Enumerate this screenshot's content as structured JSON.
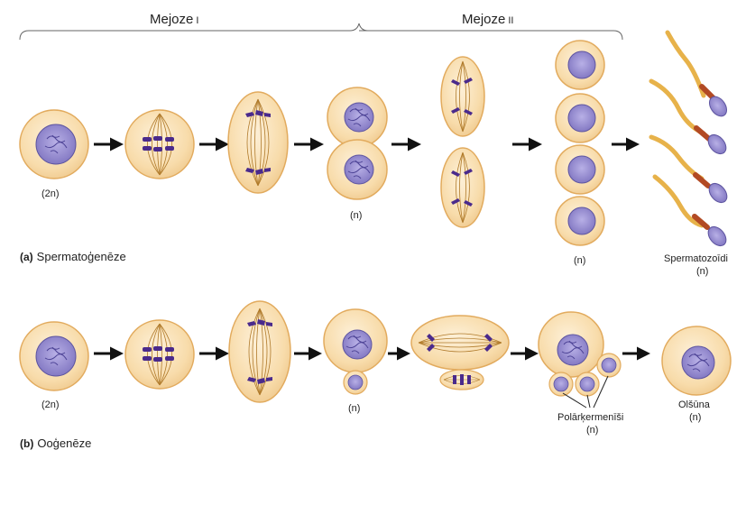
{
  "headers": {
    "meiosis1_main": "Mejoze",
    "meiosis1_roman": "I",
    "meiosis2_main": "Mejoze",
    "meiosis2_roman": "II"
  },
  "row_a": {
    "letter": "(a)",
    "title": "Spermatoģenēze",
    "label_2n": "(2n)",
    "label_n_after_m1": "(n)",
    "label_n_spermatids": "(n)",
    "sperm_label": "Spermatozoīdi",
    "sperm_n": "(n)"
  },
  "row_b": {
    "letter": "(b)",
    "title": "Ooģenēze",
    "label_2n": "(2n)",
    "label_n_after_m1": "(n)",
    "polar_label": "Polārķermenīši",
    "polar_n": "(n)",
    "egg_label": "Olšūna",
    "egg_n": "(n)"
  },
  "colors": {
    "cytoplasm": "#f7d9a6",
    "cell_edge": "#e2ab5e",
    "nucleus": "#8e84c8",
    "nucleus_edge": "#5e55a0",
    "chromosome": "#4a2a8c",
    "spindle": "#b07a2a",
    "sperm_tail": "#e7b24a",
    "sperm_mid": "#b24a24",
    "arrow": "#111111"
  }
}
